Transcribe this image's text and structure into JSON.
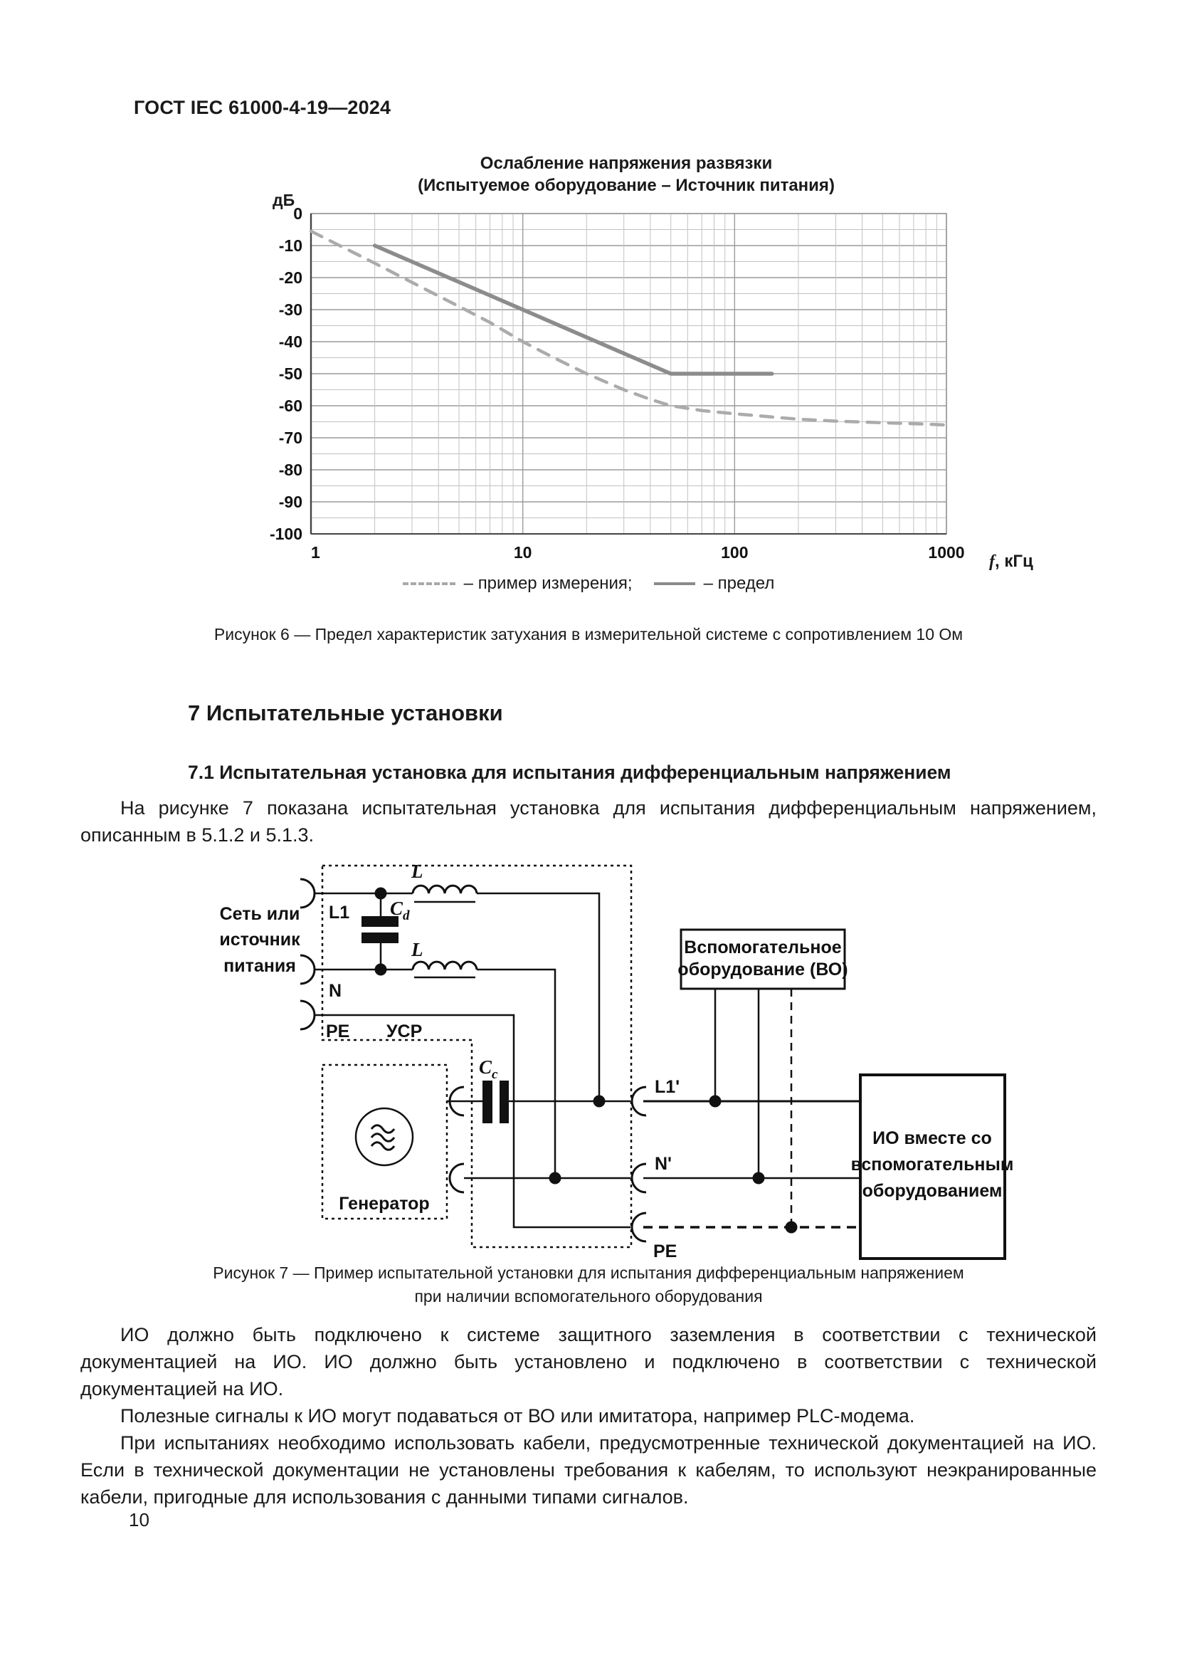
{
  "page": {
    "header": "ГОСТ IEC 61000-4-19—2024",
    "number": "10"
  },
  "chart": {
    "title_line1": "Ослабление напряжения развязки",
    "title_line2": "(Испытуемое оборудование – Источник питания)",
    "y_unit": "дБ",
    "x_label_f": "f",
    "x_label_units": ", кГц",
    "legend_measure": "– пример измерения;",
    "legend_limit": "– предел",
    "limit_color": "#8c8c8c",
    "measure_color": "#ababab",
    "grid_major_color": "#9a9a9a",
    "grid_minor_color": "#c2c2c2"
  },
  "chart_data": {
    "type": "line",
    "title": "Ослабление напряжения развязки (Испытуемое оборудование – Источник питания)",
    "xlabel": "f, кГц",
    "ylabel": "дБ",
    "xscale": "log",
    "xlim": [
      1,
      1000
    ],
    "ylim": [
      -100,
      0
    ],
    "xticks": [
      1,
      10,
      100,
      1000
    ],
    "yticks": [
      0,
      -10,
      -20,
      -30,
      -40,
      -50,
      -60,
      -70,
      -80,
      -90,
      -100
    ],
    "grid": true,
    "legend_position": "bottom",
    "series": [
      {
        "name": "предел",
        "style": "solid",
        "points": [
          [
            2,
            -10
          ],
          [
            50,
            -50
          ],
          [
            150,
            -50
          ]
        ]
      },
      {
        "name": "пример измерения",
        "style": "dashed",
        "points": [
          [
            1,
            -5.5
          ],
          [
            2,
            -15.5
          ],
          [
            3,
            -21.5
          ],
          [
            5,
            -29
          ],
          [
            7,
            -34
          ],
          [
            10,
            -40
          ],
          [
            14,
            -45
          ],
          [
            20,
            -50
          ],
          [
            30,
            -55
          ],
          [
            40,
            -58
          ],
          [
            50,
            -60
          ],
          [
            70,
            -61.5
          ],
          [
            100,
            -62.5
          ],
          [
            150,
            -63.5
          ],
          [
            200,
            -64.2
          ],
          [
            300,
            -64.8
          ],
          [
            500,
            -65.3
          ],
          [
            700,
            -65.6
          ],
          [
            1000,
            -66
          ]
        ]
      }
    ]
  },
  "figure6": {
    "caption": "Рисунок 6 — Предел характеристик затухания в измерительной системе с сопротивлением 10 Ом"
  },
  "section7": {
    "heading": "7 Испытательные установки",
    "subheading": "7.1 Испытательная установка для испытания дифференциальным напряжением",
    "intro": "На рисунке 7 показана испытательная установка для испытания дифференциальным напряжением, описанным в 5.1.2 и 5.1.3."
  },
  "diagram": {
    "source_line1": "Сеть или",
    "source_line2": "источник",
    "source_line3": "питания",
    "term_l1": "L1",
    "term_n": "N",
    "term_pe": "PE",
    "cdn_label": "УСР",
    "inductor_label_top": "L",
    "inductor_label_mid": "L",
    "c_main1": "C",
    "cd_sub": "d",
    "c_main2": "C",
    "cc_sub": "c",
    "generator_label": "Генератор",
    "term_l1_out": "L1'",
    "term_n_out": "N'",
    "term_pe_out": "PE",
    "ae_line1": "Вспомогательное",
    "ae_line2": "оборудование (ВО)",
    "eut_line1": "ИО вместе со",
    "eut_line2": "вспомогательным",
    "eut_line3": "оборудованием"
  },
  "figure7": {
    "caption_line1": "Рисунок 7 — Пример испытательной установки для испытания дифференциальным напряжением",
    "caption_line2": "при наличии вспомогательного оборудования"
  },
  "paragraphs": {
    "p1": "ИО должно быть подключено к системе защитного заземления в соответствии с технической документацией на ИО. ИО должно быть установлено и подключено в соответствии с технической документацией на ИО.",
    "p2": "Полезные сигналы к ИО могут подаваться от ВО или имитатора, например PLC-модема.",
    "p3": "При испытаниях необходимо использовать кабели, предусмотренные технической документацией на ИО. Если в технической документации не установлены требования к кабелям, то используют неэкранированные кабели, пригодные для использования с данными типами сигналов."
  }
}
